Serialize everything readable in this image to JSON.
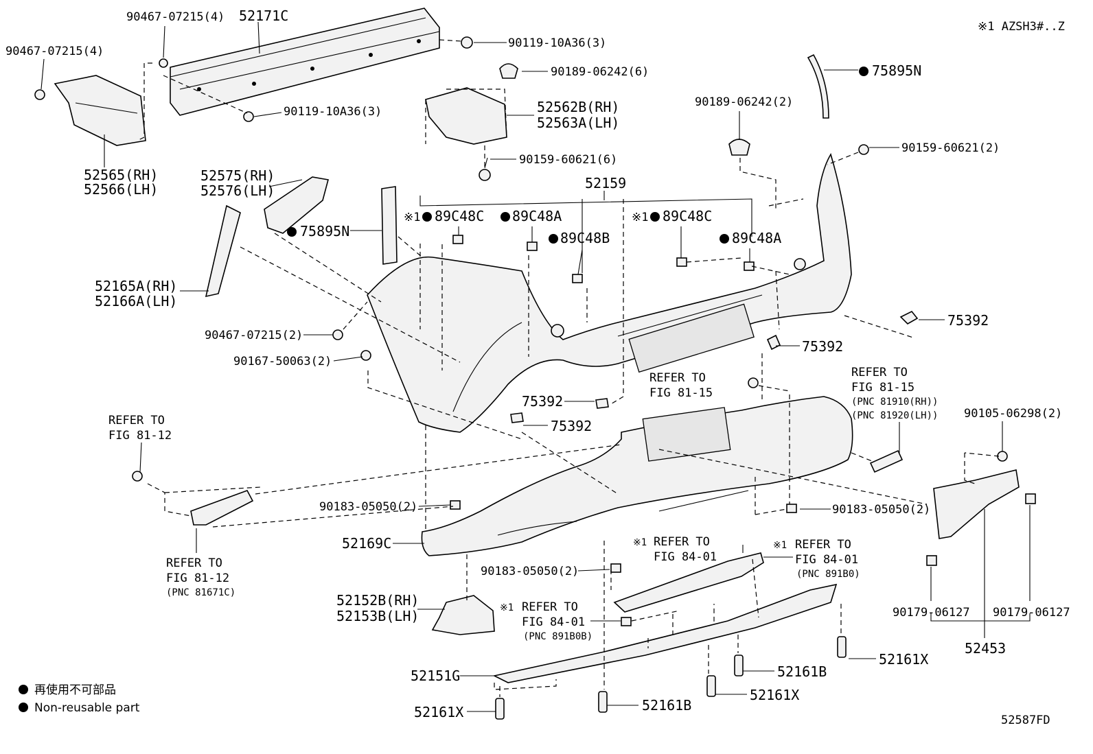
{
  "header": {
    "note": "※1 AZSH3#..Z"
  },
  "footer": {
    "code": "52587FD"
  },
  "legend": {
    "line1": "再使用不可部品",
    "line2": "Non-reusable part"
  },
  "labels": {
    "l_90467_a": "90467-07215(4)",
    "l_90467_b": "90467-07215(4)",
    "l_52171C": "52171C",
    "l_90119_a": "90119-10A36(3)",
    "l_90119_b": "90119-10A36(3)",
    "l_52565": "52565(RH)",
    "l_52566": "52566(LH)",
    "l_90189_a": "90189-06242(6)",
    "l_52562": "52562B(RH)",
    "l_52563": "52563A(LH)",
    "l_90159_a": "90159-60621(6)",
    "l_75895N_r": "75895N",
    "l_90189_b": "90189-06242(2)",
    "l_90159_b": "90159-60621(2)",
    "l_52575": "52575(RH)",
    "l_52576": "52576(LH)",
    "l_52159": "52159",
    "l_75895N_l": "75895N",
    "l_89C48C_a": "89C48C",
    "l_89C48A_a": "89C48A",
    "l_89C48B": "89C48B",
    "l_89C48C_b": "89C48C",
    "l_89C48A_b": "89C48A",
    "l_52165A": "52165A(RH)",
    "l_52166A": "52166A(LH)",
    "l_90467_c": "90467-07215(2)",
    "l_90167": "90167-50063(2)",
    "l_75392_a": "75392",
    "l_75392_b": "75392",
    "l_75392_c": "75392",
    "l_75392_d": "75392",
    "l_refer_8115_a1": "REFER TO",
    "l_refer_8115_a2": "FIG 81-15",
    "l_refer_8115_b1": "REFER TO",
    "l_refer_8115_b2": "FIG 81-15",
    "l_pnc_81910": "(PNC 81910(RH))",
    "l_pnc_81920": "(PNC 81920(LH))",
    "l_90105": "90105-06298(2)",
    "l_refer_8112_a1": "REFER TO",
    "l_refer_8112_a2": "FIG 81-12",
    "l_90183_a": "90183-05050(2)",
    "l_90183_b": "90183-05050(2)",
    "l_52169C": "52169C",
    "l_refer_8112_b1": "REFER TO",
    "l_refer_8112_b2": "FIG 81-12",
    "l_pnc_81671C": "(PNC 81671C)",
    "l_refer_8401_a1": "REFER TO",
    "l_refer_8401_a2": "FIG 84-01",
    "l_refer_8401_b1": "REFER TO",
    "l_refer_8401_b2": "FIG 84-01",
    "l_pnc_891B0": "(PNC 891B0)",
    "l_90183_c": "90183-05050(2)",
    "l_52152B": "52152B(RH)",
    "l_52153B": "52153B(LH)",
    "l_refer_8401_c1": "REFER TO",
    "l_refer_8401_c2": "FIG 84-01",
    "l_pnc_891B0B": "(PNC 891B0B)",
    "l_90179_a": "90179-06127",
    "l_90179_b": "90179-06127",
    "l_52453": "52453",
    "l_52161X_a": "52161X",
    "l_52161B_a": "52161B",
    "l_52161X_b": "52161X",
    "l_52151G": "52151G",
    "l_52161X_c": "52161X",
    "l_52161B_b": "52161B",
    "mark": "※1"
  }
}
